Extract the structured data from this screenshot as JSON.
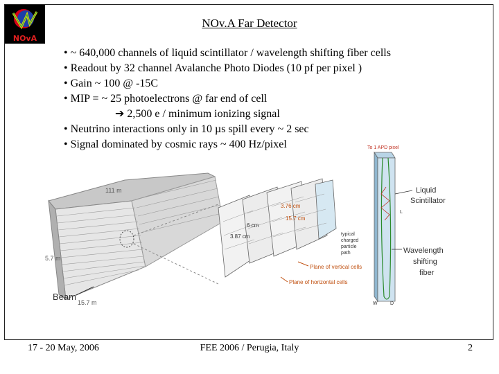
{
  "slide": {
    "title": "NOv.A Far Detector",
    "bullets": [
      "• ~ 640,000 channels of liquid scintillator / wavelength shifting fiber cells",
      "• Readout by 32 channel Avalanche Photo Diodes (10 pf per pixel )",
      "• Gain ~ 100  @ -15C",
      "• MIP = ~ 25 photoelectrons @ far end of cell",
      "➔ 2,500 e / minimum ionizing signal",
      "• Neutrino interactions only in 10 µs spill every ~ 2 sec",
      "• Signal dominated by cosmic rays ~ 400 Hz/pixel"
    ]
  },
  "logo": {
    "text": "NOvA"
  },
  "figure": {
    "detector_length": "111 m",
    "height": "5.7 m",
    "width": "15.7 m",
    "beam": "Beam",
    "cell_dim_1": "3.76 cm",
    "cell_dim_2": "6 cm",
    "cell_dim_3": "3.87 cm",
    "cell_dim_4": "15.7 cm",
    "path_label_1": "typical",
    "path_label_2": "charged",
    "path_label_3": "particle",
    "path_label_4": "path",
    "plane_vertical": "Plane of vertical cells",
    "plane_horizontal": "Plane of horizontal cells",
    "apd_label": "To 1 APD pixel",
    "liquid_1": "Liquid",
    "liquid_2": "Scintillator",
    "shifting_1": "Wavelength",
    "shifting_2": "shifting",
    "shifting_3": "fiber",
    "dim_L": "L",
    "dim_W": "W",
    "dim_D": "D"
  },
  "footer": {
    "date": "17 - 20 May, 2006",
    "venue": "FEE 2006 / Perugia, Italy",
    "page": "2"
  }
}
